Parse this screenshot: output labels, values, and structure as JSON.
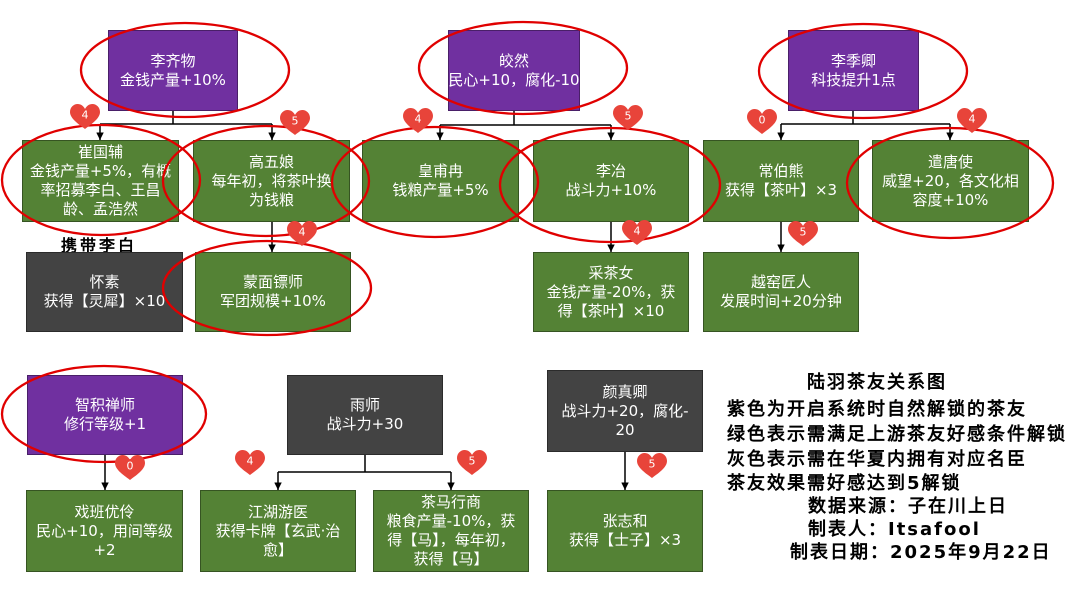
{
  "colors": {
    "purple": "#7030A0",
    "green": "#548235",
    "gray": "#434343",
    "circle": "#E00000",
    "heart": "#E8443A",
    "line": "#000000"
  },
  "nodes": {
    "li_qiwu": {
      "name": "李齐物",
      "effect": [
        "金钱产量+10%"
      ]
    },
    "cui_guofu": {
      "name": "崔国辅",
      "effect": [
        "金钱产量+5%，有概",
        "率招募李白、王昌",
        "龄、孟浩然"
      ],
      "affinity": 4
    },
    "gao_wuniang": {
      "name": "高五娘",
      "effect": [
        "每年初，将茶叶换",
        "为钱粮"
      ],
      "affinity": 5
    },
    "huai_su": {
      "name": "怀素",
      "effect": [
        "获得【灵犀】×10"
      ],
      "tag": "携带李白"
    },
    "mengmian_biaoshi": {
      "name": "蒙面镖师",
      "effect": [
        "军团规模+10%"
      ],
      "affinity": 4
    },
    "jiao_ran": {
      "name": "皎然",
      "effect": [
        "民心+10，腐化-10"
      ]
    },
    "huangfu_ran": {
      "name": "皇甫冉",
      "effect": [
        "钱粮产量+5%"
      ],
      "affinity": 4
    },
    "li_ye": {
      "name": "李冶",
      "effect": [
        "战斗力+10%"
      ],
      "affinity": 5
    },
    "caicha_nv": {
      "name": "采茶女",
      "effect": [
        "金钱产量-20%，获",
        "得【茶叶】×10"
      ],
      "affinity": 4
    },
    "li_jiqing": {
      "name": "李季卿",
      "effect": [
        "科技提升1点"
      ]
    },
    "chang_boxiong": {
      "name": "常伯熊",
      "effect": [
        "获得【茶叶】×3"
      ],
      "affinity": 0
    },
    "qiantang_shi": {
      "name": "遣唐使",
      "effect": [
        "威望+20，各文化相",
        "容度+10%"
      ],
      "affinity": 4
    },
    "yueyao_jiangren": {
      "name": "越窑匠人",
      "effect": [
        "发展时间+20分钟"
      ],
      "affinity": 5
    },
    "zhiji_chanshi": {
      "name": "智积禅师",
      "effect": [
        "修行等级+1"
      ]
    },
    "xiban_youling": {
      "name": "戏班优伶",
      "effect": [
        "民心+10，用间等级",
        "+2"
      ],
      "affinity": 0
    },
    "yu_shi": {
      "name": "雨师",
      "effect": [
        "战斗力+30"
      ]
    },
    "jianghu_youyi": {
      "name": "江湖游医",
      "effect": [
        "获得卡牌【玄武·治",
        "愈】"
      ],
      "affinity": 4
    },
    "chama_xingshang": {
      "name": "茶马行商",
      "effect": [
        "粮食产量-10%，获",
        "得【马】，每年初，",
        "获得【马】"
      ],
      "affinity": 5
    },
    "yan_zhenqing": {
      "name": "颜真卿",
      "effect": [
        "战斗力+20，腐化-",
        "20"
      ]
    },
    "zhang_zhihe": {
      "name": "张志和",
      "effect": [
        "获得【士子】×3"
      ],
      "affinity": 5
    }
  },
  "legend": {
    "title": "陆羽茶友关系图",
    "lines": [
      "紫色为开启系统时自然解锁的茶友",
      "绿色表示需满足上游茶友好感条件解锁",
      "灰色表示需在华夏内拥有对应名臣",
      "茶友效果需好感达到5解锁"
    ],
    "source": "数据来源：子在川上日",
    "author": "制表人：Itsafool",
    "date": "制表日期：2025年9月22日"
  }
}
